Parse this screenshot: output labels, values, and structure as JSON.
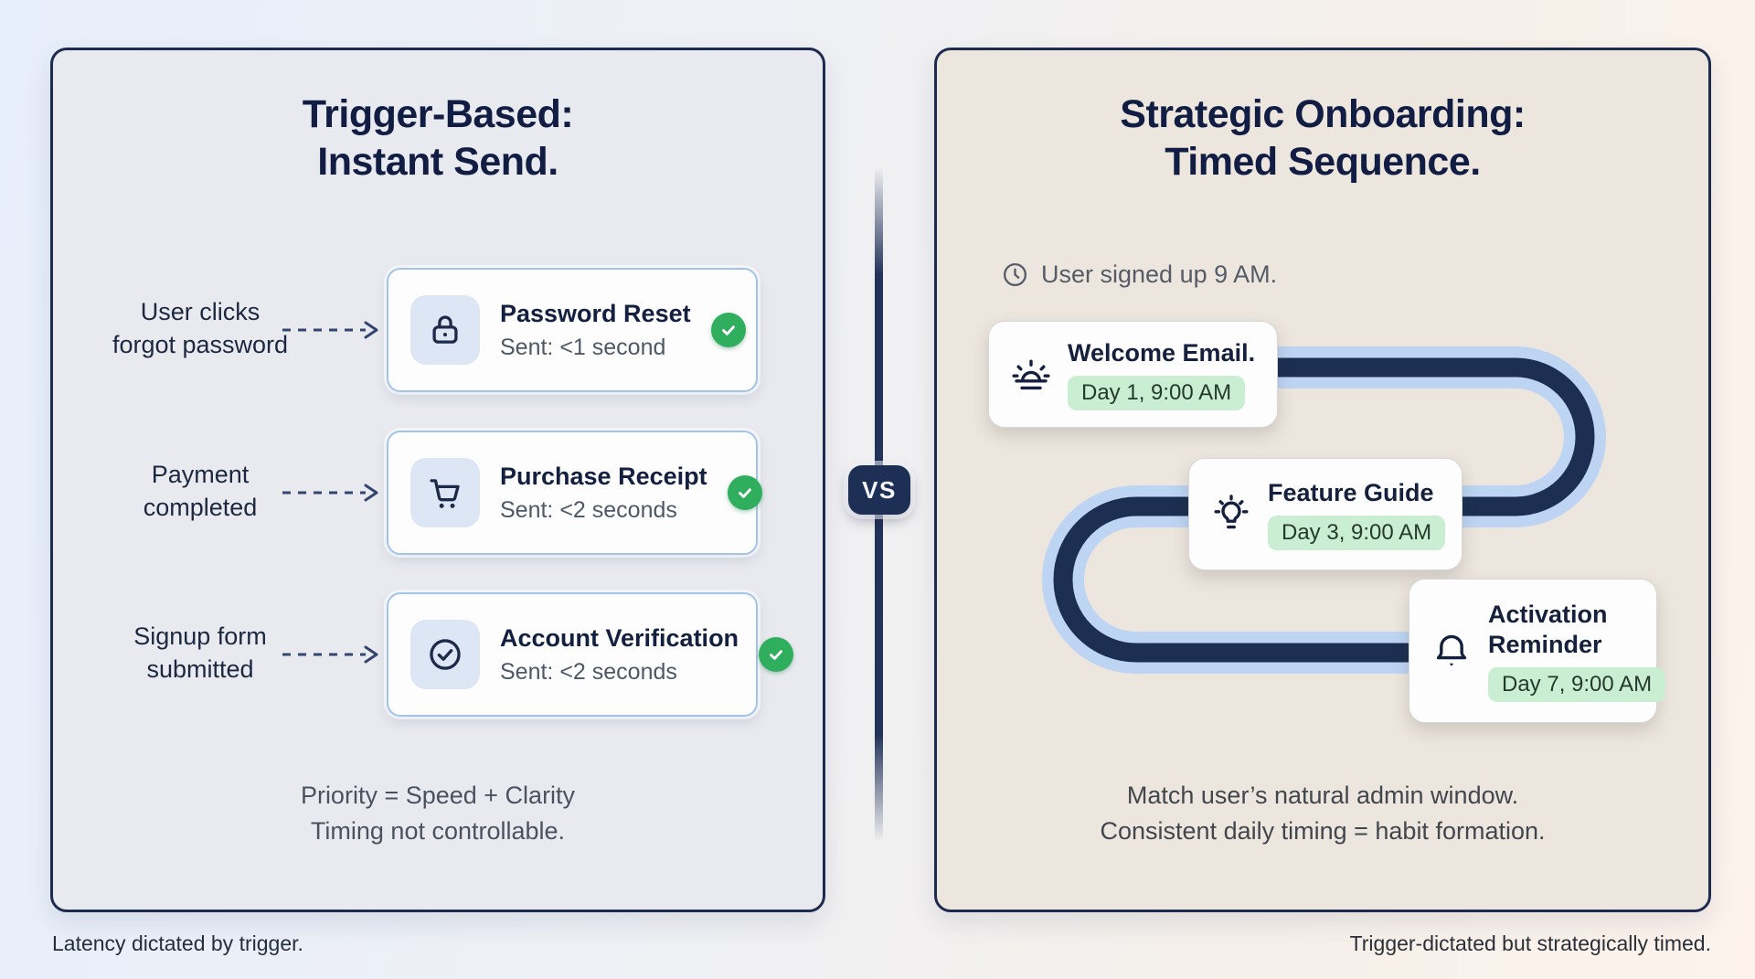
{
  "page": {
    "vs_label": "VS",
    "footer_left": "Latency dictated by trigger.",
    "footer_right": "Trigger-dictated but strategically timed."
  },
  "left_panel": {
    "title_line1": "Trigger-Based:",
    "title_line2": "Instant Send.",
    "rows": [
      {
        "icon": "lock-icon",
        "trigger_line1": "User clicks",
        "trigger_line2": "forgot password",
        "card_title": "Password Reset",
        "card_subtitle": "Sent: <1 second",
        "status_icon": "check-badge-icon"
      },
      {
        "icon": "cart-icon",
        "trigger_line1": "Payment",
        "trigger_line2": "completed",
        "card_title": "Purchase Receipt",
        "card_subtitle": "Sent: <2 seconds",
        "status_icon": "check-badge-icon"
      },
      {
        "icon": "check-circle-icon",
        "trigger_line1": "Signup form",
        "trigger_line2": "submitted",
        "card_title": "Account Verification",
        "card_subtitle": "Sent: <2 seconds",
        "status_icon": "check-badge-icon"
      }
    ],
    "summary_line1": "Priority = Speed + Clarity",
    "summary_line2": "Timing not controllable."
  },
  "right_panel": {
    "title_line1": "Strategic Onboarding:",
    "title_line2": "Timed Sequence.",
    "signup_note": "User signed up 9 AM.",
    "signup_note_icon": "clock-icon",
    "steps": [
      {
        "icon": "sunrise-icon",
        "title": "Welcome Email.",
        "badge": "Day 1, 9:00 AM"
      },
      {
        "icon": "lightbulb-icon",
        "title": "Feature Guide",
        "badge": "Day 3, 9:00 AM"
      },
      {
        "icon": "bell-icon",
        "title": "Activation Reminder",
        "badge": "Day 7, 9:00 AM"
      }
    ],
    "summary_line1": "Match user’s natural admin window.",
    "summary_line2": "Consistent daily timing = habit formation."
  },
  "colors": {
    "navy_dark": "#1d2b4f",
    "title_navy": "#111d42",
    "left_panel_bg": "#e9eaef",
    "right_panel_bg": "#ece6de",
    "card_border_blue": "#a3c4ea",
    "icon_box_bg": "#dde6f4",
    "success_green": "#2fae5e",
    "badge_green_bg": "#c9eed2",
    "path_outer_blue": "#bdd5f3",
    "path_inner_navy": "#1c2f52",
    "vs_badge_bg": "#1e2f55"
  }
}
